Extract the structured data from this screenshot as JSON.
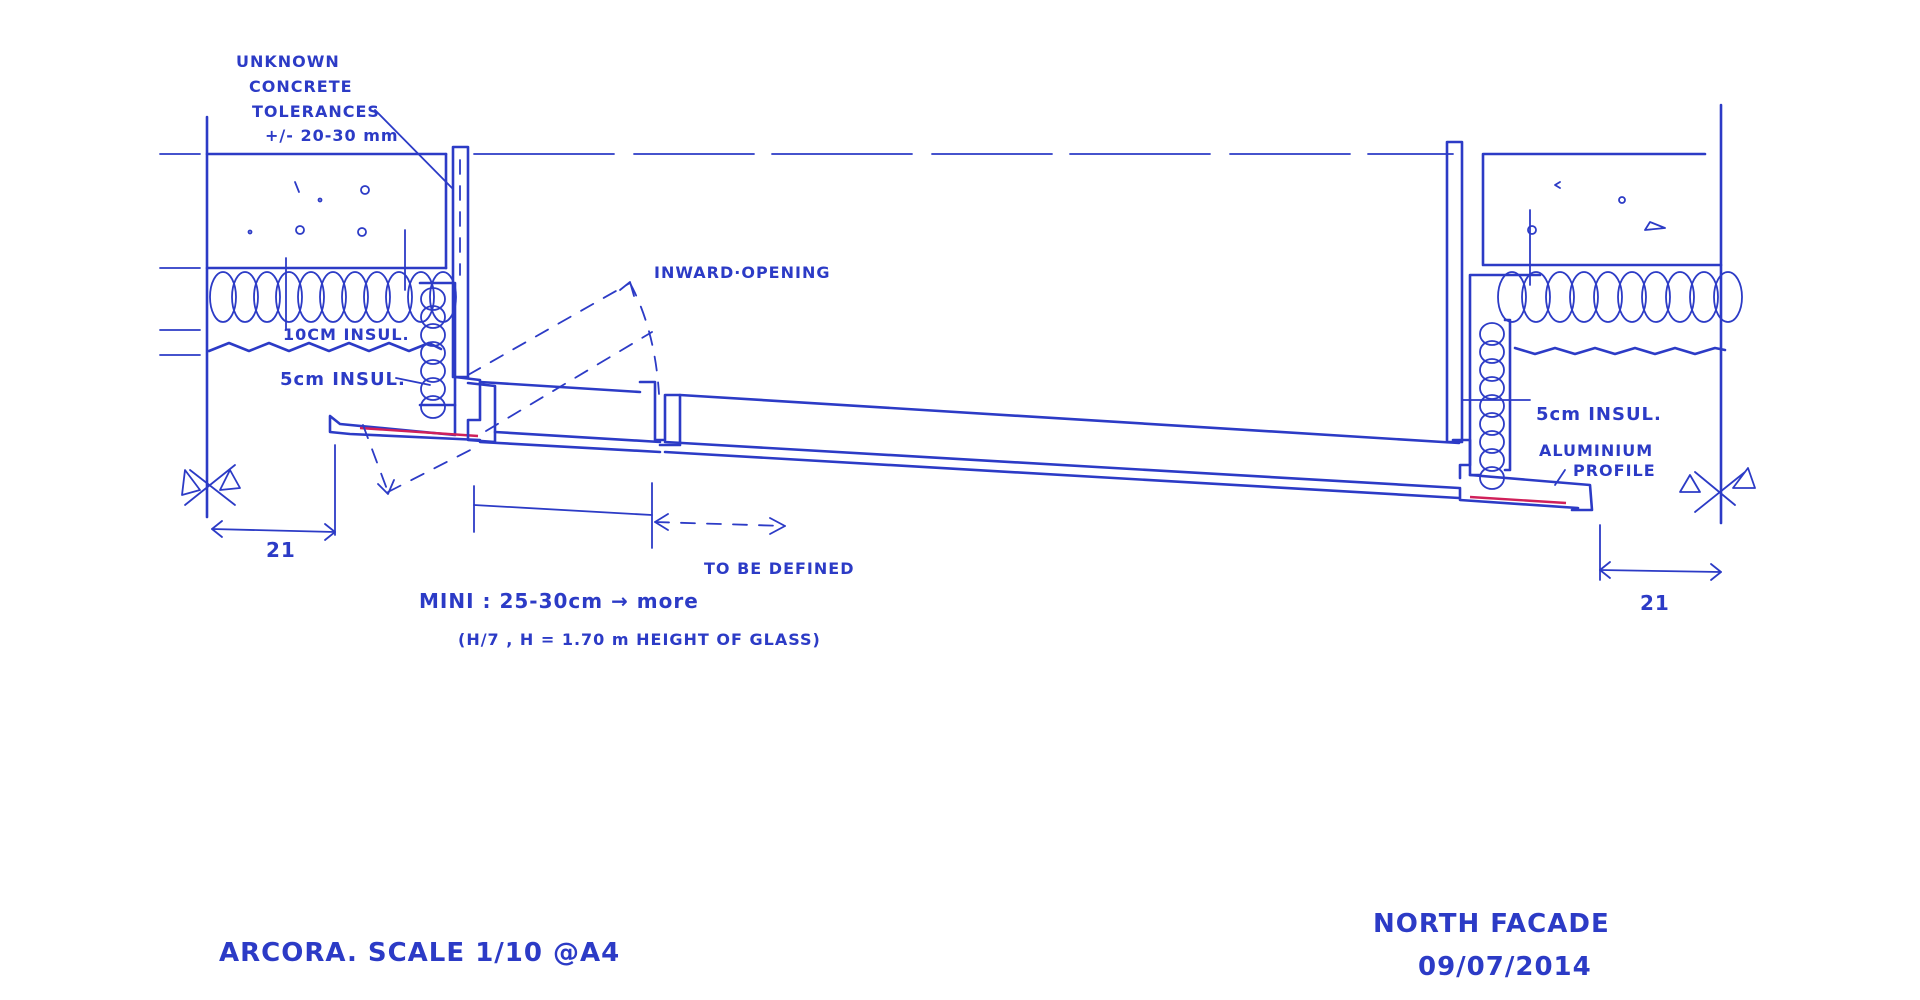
{
  "ink_color": "#2c3bc6",
  "accent_color": "#d0205a",
  "annotations": {
    "tolerance_line1": "UNKNOWN",
    "tolerance_line2": "CONCRETE",
    "tolerance_line3": "TOLERANCES",
    "tolerance_line4": "+/- 20-30 mm",
    "inward_opening": "INWARD·OPENING",
    "insul_10cm": "10CM INSUL.",
    "insul_5cm_left": "5cm INSUL.",
    "insul_5cm_right": "5cm INSUL.",
    "aluminium": "ALUMINIUM",
    "profile": "PROFILE",
    "to_be_defined": "TO BE DEFINED",
    "mini": "MINI : 25-30cm → more",
    "height_note": "(H/7 , H = 1.70 m HEIGHT OF GLASS)",
    "dim_left": "21",
    "dim_right": "21"
  },
  "title_block": {
    "project": "ARCORA.  SCALE 1/10 @A4",
    "view": "NORTH FACADE",
    "date": "09/07/2014"
  }
}
